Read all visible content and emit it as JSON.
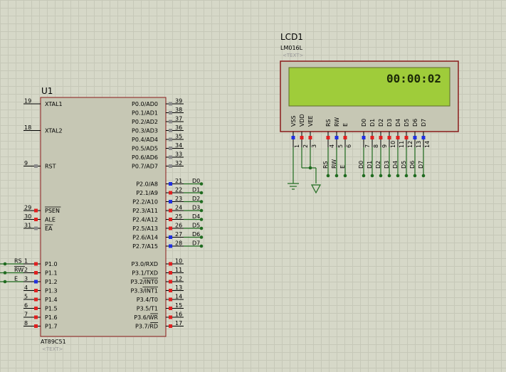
{
  "mcu": {
    "ref": "U1",
    "part": "AT89C51",
    "text_placeholder": "<TEXT>",
    "left_pins": [
      {
        "num": "19",
        "name": "XTAL1",
        "row": 0,
        "ptype": "none"
      },
      {
        "num": "18",
        "name": "XTAL2",
        "row": 3,
        "ptype": "none"
      },
      {
        "num": "9",
        "name": "RST",
        "row": 7,
        "ptype": "gray"
      },
      {
        "num": "29",
        "name": "PSEN",
        "row": 12,
        "ptype": "red",
        "over": true
      },
      {
        "num": "30",
        "name": "ALE",
        "row": 13,
        "ptype": "red"
      },
      {
        "num": "31",
        "name": "EA",
        "row": 14,
        "ptype": "gray",
        "over": true
      },
      {
        "num": "1",
        "name": "P1.0",
        "row": 18,
        "ptype": "red",
        "net": "RS"
      },
      {
        "num": "2",
        "name": "P1.1",
        "row": 19,
        "ptype": "red",
        "net": "RW",
        "over_net": true
      },
      {
        "num": "3",
        "name": "P1.2",
        "row": 20,
        "ptype": "blue",
        "net": "E"
      },
      {
        "num": "4",
        "name": "P1.3",
        "row": 21,
        "ptype": "red"
      },
      {
        "num": "5",
        "name": "P1.4",
        "row": 22,
        "ptype": "red"
      },
      {
        "num": "6",
        "name": "P1.5",
        "row": 23,
        "ptype": "red"
      },
      {
        "num": "7",
        "name": "P1.6",
        "row": 24,
        "ptype": "red"
      },
      {
        "num": "8",
        "name": "P1.7",
        "row": 25,
        "ptype": "red"
      }
    ],
    "right_pins": [
      {
        "num": "39",
        "name": "P0.0/AD0",
        "row": 0,
        "ptype": "gray"
      },
      {
        "num": "38",
        "name": "P0.1/AD1",
        "row": 1,
        "ptype": "gray"
      },
      {
        "num": "37",
        "name": "P0.2/AD2",
        "row": 2,
        "ptype": "gray"
      },
      {
        "num": "36",
        "name": "P0.3/AD3",
        "row": 3,
        "ptype": "gray"
      },
      {
        "num": "35",
        "name": "P0.4/AD4",
        "row": 4,
        "ptype": "gray"
      },
      {
        "num": "34",
        "name": "P0.5/AD5",
        "row": 5,
        "ptype": "gray"
      },
      {
        "num": "33",
        "name": "P0.6/AD6",
        "row": 6,
        "ptype": "gray"
      },
      {
        "num": "32",
        "name": "P0.7/AD7",
        "row": 7,
        "ptype": "gray"
      },
      {
        "num": "21",
        "name": "P2.0/A8",
        "row": 9,
        "ptype": "blue",
        "net": "D0"
      },
      {
        "num": "22",
        "name": "P2.1/A9",
        "row": 10,
        "ptype": "red",
        "net": "D1"
      },
      {
        "num": "23",
        "name": "P2.2/A10",
        "row": 11,
        "ptype": "blue",
        "net": "D2"
      },
      {
        "num": "24",
        "name": "P2.3/A11",
        "row": 12,
        "ptype": "red",
        "net": "D3"
      },
      {
        "num": "25",
        "name": "P2.4/A12",
        "row": 13,
        "ptype": "red",
        "net": "D4"
      },
      {
        "num": "26",
        "name": "P2.5/A13",
        "row": 14,
        "ptype": "red",
        "net": "D5"
      },
      {
        "num": "27",
        "name": "P2.6/A14",
        "row": 15,
        "ptype": "blue",
        "net": "D6"
      },
      {
        "num": "28",
        "name": "P2.7/A15",
        "row": 16,
        "ptype": "blue",
        "net": "D7"
      },
      {
        "num": "10",
        "name": "P3.0/RXD",
        "row": 18,
        "ptype": "red"
      },
      {
        "num": "11",
        "name": "P3.1/TXD",
        "row": 19,
        "ptype": "red"
      },
      {
        "num": "12",
        "name": "P3.2/INT0",
        "row": 20,
        "ptype": "red",
        "over": true
      },
      {
        "num": "13",
        "name": "P3.3/INT1",
        "row": 21,
        "ptype": "red",
        "over": true
      },
      {
        "num": "14",
        "name": "P3.4/T0",
        "row": 22,
        "ptype": "red"
      },
      {
        "num": "15",
        "name": "P3.5/T1",
        "row": 23,
        "ptype": "red"
      },
      {
        "num": "16",
        "name": "P3.6/WR",
        "row": 24,
        "ptype": "red",
        "over": true
      },
      {
        "num": "17",
        "name": "P3.7/RD",
        "row": 25,
        "ptype": "red",
        "over": true
      }
    ]
  },
  "lcd": {
    "ref": "LCD1",
    "part": "LM016L",
    "text_placeholder": "<TEXT>",
    "display_text": "00:00:02",
    "pins": [
      {
        "num": "1",
        "name": "VSS",
        "ptype": "blue"
      },
      {
        "num": "2",
        "name": "VDD",
        "ptype": "red"
      },
      {
        "num": "3",
        "name": "VEE",
        "ptype": "red"
      },
      {
        "num": "4",
        "name": "RS",
        "ptype": "red",
        "net": "RS"
      },
      {
        "num": "5",
        "name": "RW",
        "ptype": "blue",
        "net": "RW"
      },
      {
        "num": "6",
        "name": "E",
        "ptype": "red",
        "net": "E"
      },
      {
        "num": "7",
        "name": "D0",
        "ptype": "blue",
        "net": "D0"
      },
      {
        "num": "8",
        "name": "D1",
        "ptype": "red",
        "net": "D1"
      },
      {
        "num": "9",
        "name": "D2",
        "ptype": "red",
        "net": "D2"
      },
      {
        "num": "10",
        "name": "D3",
        "ptype": "red",
        "net": "D3"
      },
      {
        "num": "11",
        "name": "D4",
        "ptype": "red",
        "net": "D4"
      },
      {
        "num": "12",
        "name": "D5",
        "ptype": "red",
        "net": "D5"
      },
      {
        "num": "13",
        "name": "D6",
        "ptype": "blue",
        "net": "D6"
      },
      {
        "num": "14",
        "name": "D7",
        "ptype": "blue",
        "net": "D7"
      }
    ]
  },
  "colors": {
    "body_fill": "#c6c7b4",
    "body_stroke": "#8a1a1a",
    "wire": "#1f6b1f",
    "pin_red": "#e02020",
    "pin_blue": "#2030e0",
    "pin_gray": "#8c8c8c",
    "lcd_screen": "#9fcc3a",
    "lcd_text": "#1c2a08"
  }
}
